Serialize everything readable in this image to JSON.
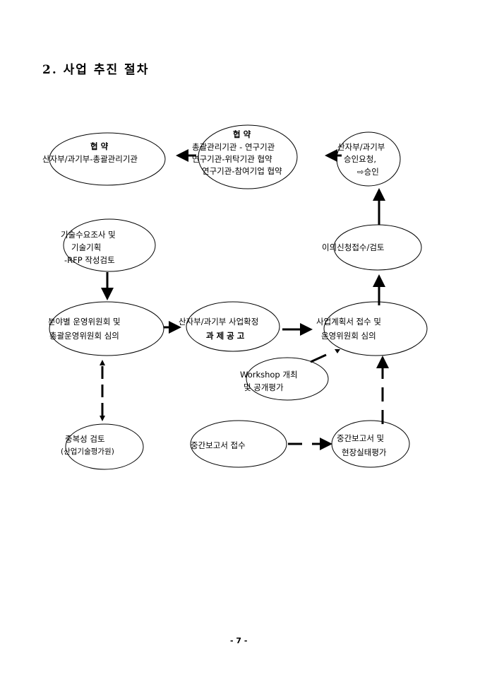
{
  "title": "2. 사업 추진 절차",
  "page_number": "- 7 -",
  "nodes": {
    "agreement_left": {
      "heading": "협  약",
      "line1": "산자부/과기부-총괄관리기관"
    },
    "agreement_mid": {
      "heading": "협  약",
      "line1": "총괄관리기관 - 연구기관",
      "line2": "연구기관-위탁기관 협약",
      "line3": "연구기관-참여기업 협약"
    },
    "approval": {
      "line1": "산자부/과기부",
      "line2": "승인요청,",
      "line3": "⇨승인"
    },
    "demand_survey": {
      "line1": "기술수요조사 및",
      "line2": "기술기획",
      "line3": "-RFP 작성검토"
    },
    "objection": {
      "line1": "이의신청접수/검토"
    },
    "committee": {
      "line1": "분야별 운영위원회 및",
      "line2": "총괄운영위원회 심의"
    },
    "announcement": {
      "line1": "산자부/과기부 사업확정",
      "line2": "과 제 공 고"
    },
    "plan_review": {
      "line1": "사업계획서 접수 및",
      "line2": "운영위원회 심의"
    },
    "workshop": {
      "line1": "Workshop 개최",
      "line2": "및 공개평가"
    },
    "duplication": {
      "line1": "중복성 검토",
      "line2": "(산업기술평가원)"
    },
    "interim_receipt": {
      "line1": "중간보고서 접수"
    },
    "interim_eval": {
      "line1": "중간보고서 및",
      "line2": "현장실태평가"
    }
  }
}
